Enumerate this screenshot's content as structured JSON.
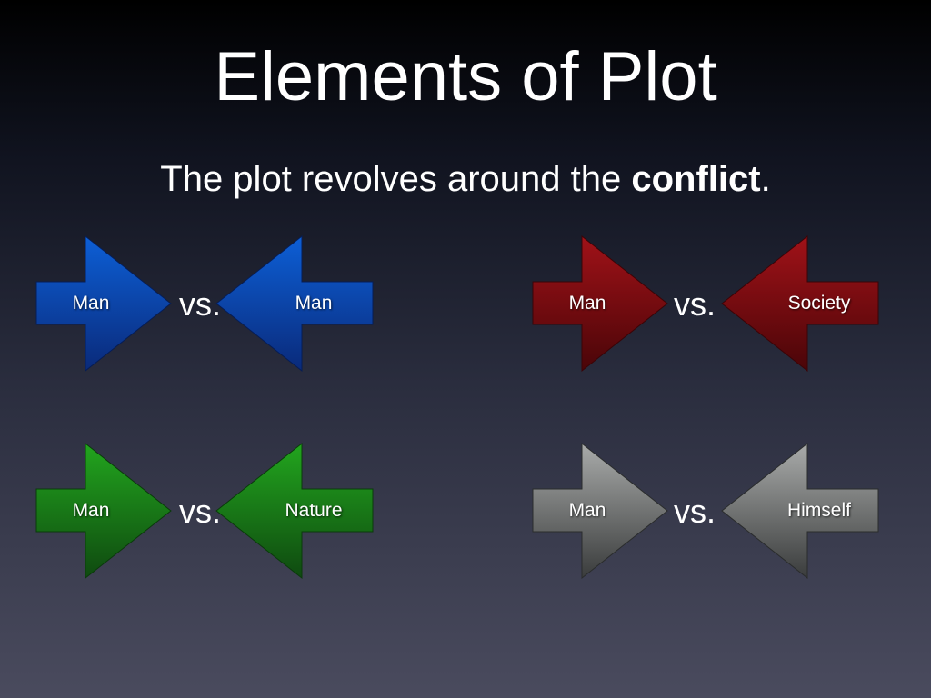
{
  "slide": {
    "title": "Elements of Plot",
    "subtitle_prefix": "The plot revolves around the ",
    "subtitle_emphasis": "conflict",
    "subtitle_suffix": "."
  },
  "conflicts": [
    {
      "left": "Man",
      "vs": "vs.",
      "right": "Man",
      "color_top": "#0d5fd6",
      "color_bottom": "#0a2a7a"
    },
    {
      "left": "Man",
      "vs": "vs.",
      "right": "Society",
      "color_top": "#a01218",
      "color_bottom": "#4a0508"
    },
    {
      "left": "Man",
      "vs": "vs.",
      "right": "Nature",
      "color_top": "#22a51e",
      "color_bottom": "#0f4a10"
    },
    {
      "left": "Man",
      "vs": "vs.",
      "right": "Himself",
      "color_top": "#a9abaa",
      "color_bottom": "#3a3c3c"
    }
  ]
}
